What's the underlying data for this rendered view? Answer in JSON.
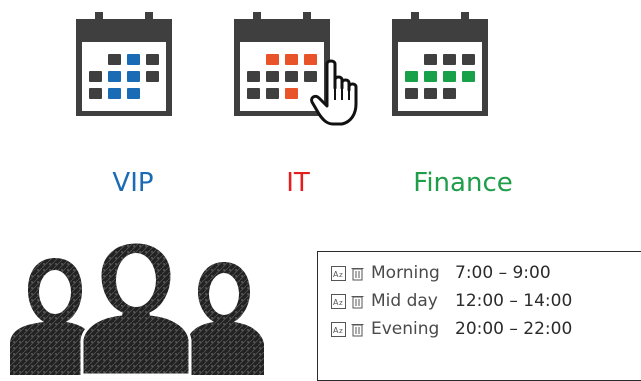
{
  "calendars": [
    {
      "label": "VIP",
      "color": "#1a6bb5",
      "icon": "calendar-icon"
    },
    {
      "label": "IT",
      "color": "#e31e1e",
      "icon": "calendar-icon"
    },
    {
      "label": "Finance",
      "color": "#1f9e4a",
      "icon": "calendar-icon"
    }
  ],
  "colors": {
    "calendar_frame": "#3f3f3f",
    "cell_gray": "#3f3f3f",
    "vip_accent": "#1a6bb5",
    "it_accent": "#e8532a",
    "finance_accent": "#19a14a"
  },
  "people_icon": "team-icon",
  "pointer_icon": "hand-pointer-icon",
  "schedule": [
    {
      "name": "Morning",
      "time": "7:00 – 9:00"
    },
    {
      "name": "Mid day",
      "time": "12:00 – 14:00"
    },
    {
      "name": "Evening",
      "time": "20:00 – 22:00"
    }
  ]
}
